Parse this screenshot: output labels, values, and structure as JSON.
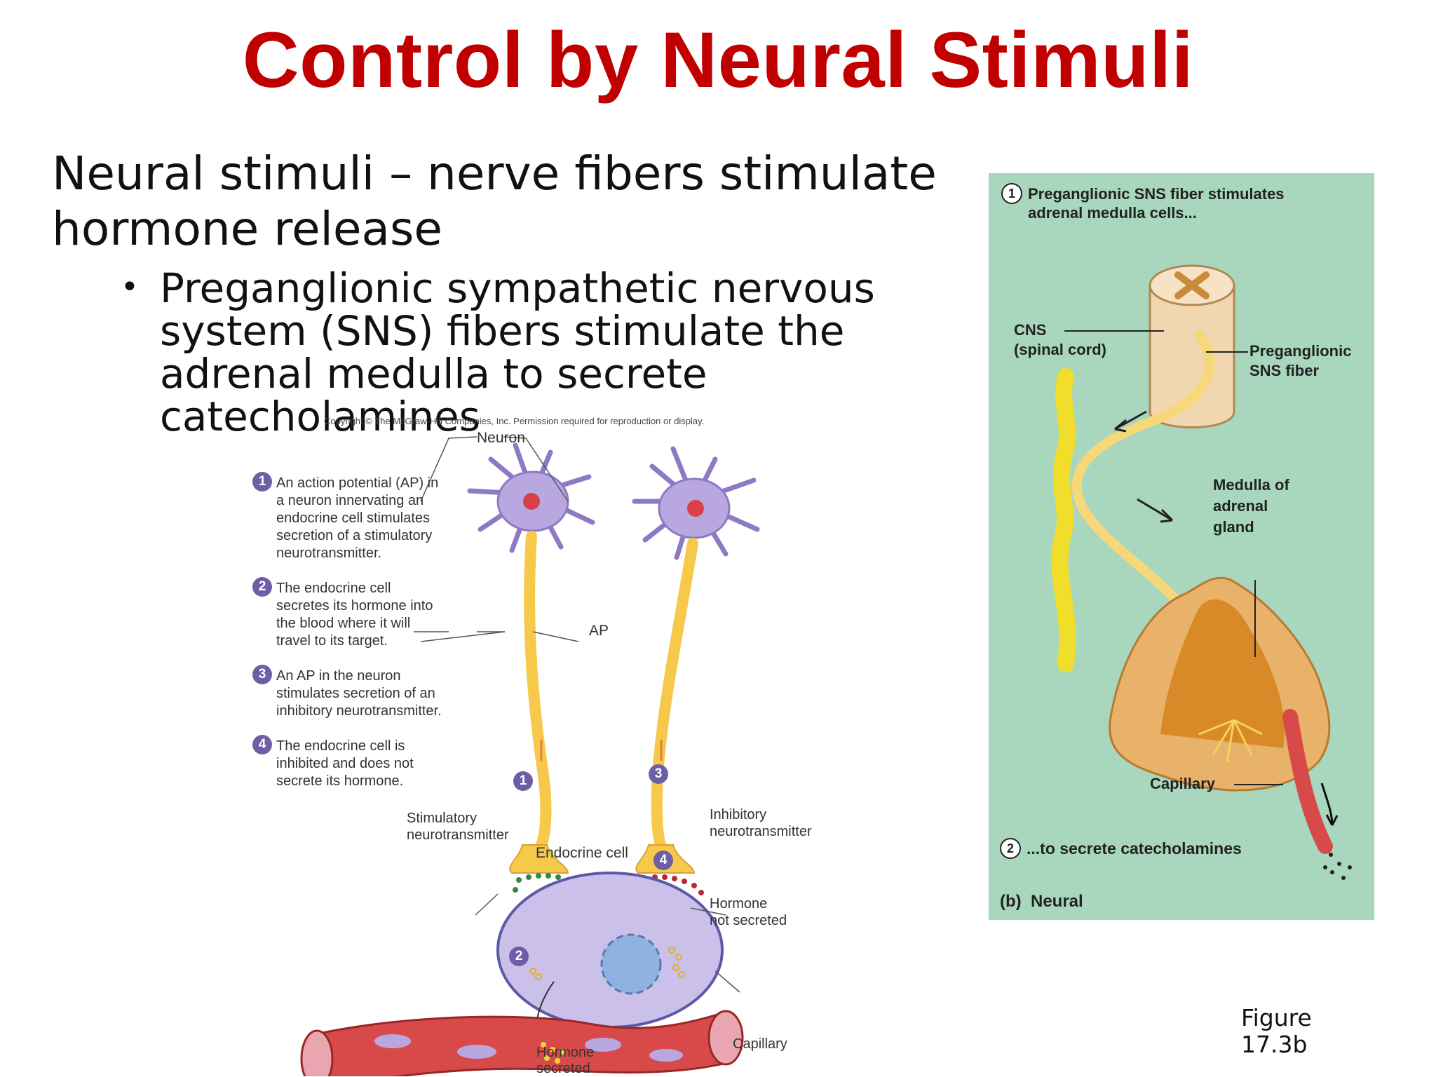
{
  "slide": {
    "title": "Control by Neural Stimuli",
    "intro": "Neural stimuli – nerve fibers stimulate hormone release",
    "bullet": "Preganglionic sympathetic nervous system (SNS) fibers stimulate the adrenal medulla to secrete catecholamines",
    "figure_label": "Figure 17.3b"
  },
  "left_figure": {
    "copyright": "Copyright © The McGraw-Hill Companies, Inc. Permission required for reproduction or display.",
    "neuron_label": "Neuron",
    "ap_label": "AP",
    "steps": [
      {
        "num": "1",
        "lines": [
          "An action potential (AP) in",
          "a neuron innervating an",
          "endocrine cell stimulates",
          "secretion of a stimulatory",
          "neurotransmitter."
        ]
      },
      {
        "num": "2",
        "lines": [
          "The endocrine cell",
          "secretes its hormone into",
          "the blood where it will",
          "travel to its target."
        ]
      },
      {
        "num": "3",
        "lines": [
          "An AP in the neuron",
          "stimulates secretion of an",
          "inhibitory neurotransmitter."
        ]
      },
      {
        "num": "4",
        "lines": [
          "The endocrine cell is",
          "inhibited and does not",
          "secrete its hormone."
        ]
      }
    ],
    "stimulatory_label": [
      "Stimulatory",
      "neurotransmitter"
    ],
    "inhibitory_label": [
      "Inhibitory",
      "neurotransmitter"
    ],
    "endocrine_label": "Endocrine cell",
    "hormone_not_label": [
      "Hormone",
      "not secreted"
    ],
    "hormone_secreted_label": [
      "Hormone",
      "secreted"
    ],
    "capillary_label": "Capillary"
  },
  "right_figure": {
    "step1_num": "1",
    "step1_lines": [
      "Preganglionic SNS fiber stimulates",
      "adrenal medulla cells..."
    ],
    "cns_lines": [
      "CNS",
      "(spinal cord)"
    ],
    "pregang_lines": [
      "Preganglionic",
      "SNS fiber"
    ],
    "medulla_lines": [
      "Medulla of",
      "adrenal",
      "gland"
    ],
    "capillary_label": "Capillary",
    "step2_num": "2",
    "step2_text": "...to secrete catecholamines",
    "panel_label": "(b)  Neural"
  },
  "colors": {
    "title": "#c00000",
    "panel_bg": "#a8d7be",
    "step_badge": "#6d5ea6",
    "nerve": "#f6c94a",
    "blood": "#d84a4a"
  }
}
